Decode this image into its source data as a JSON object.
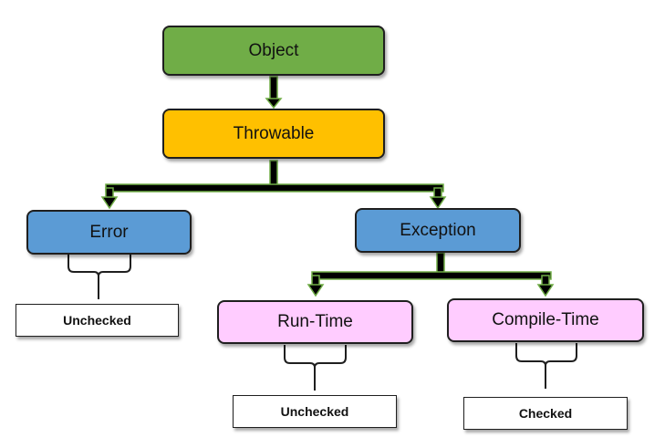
{
  "nodes": {
    "object": {
      "label": "Object",
      "color": "#70ad47"
    },
    "throwable": {
      "label": "Throwable",
      "color": "#ffc000"
    },
    "error": {
      "label": "Error",
      "color": "#5b9bd5"
    },
    "exception": {
      "label": "Exception",
      "color": "#5b9bd5"
    },
    "runtime": {
      "label": "Run-Time",
      "color": "#ffccff"
    },
    "compiletime": {
      "label": "Compile-Time",
      "color": "#ffccff"
    }
  },
  "tags": {
    "error": "Unchecked",
    "runtime": "Unchecked",
    "compiletime": "Checked"
  },
  "edges": [
    [
      "Object",
      "Throwable"
    ],
    [
      "Throwable",
      "Error"
    ],
    [
      "Throwable",
      "Exception"
    ],
    [
      "Exception",
      "Run-Time"
    ],
    [
      "Exception",
      "Compile-Time"
    ]
  ],
  "connector_colors": {
    "fill": "#000000",
    "outline": "#70ad47"
  }
}
